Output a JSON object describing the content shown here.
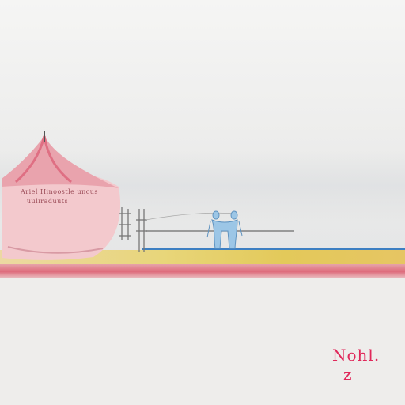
{
  "scene": {
    "description_colors": {
      "tent_pink": "#e9a3ad",
      "tent_body": "#f3c9cd",
      "stripe_pink": "#de6b7b",
      "stripe_yellow": "#e8d67a",
      "line_blue": "#3d7fc2",
      "signature_red": "#e0285a"
    }
  },
  "tent": {
    "caption_line_1": "Ariel Hinoostle uncus",
    "caption_line_2": "uuliraduuts"
  },
  "signature": {
    "text": "Nohl.",
    "mark": "z"
  }
}
